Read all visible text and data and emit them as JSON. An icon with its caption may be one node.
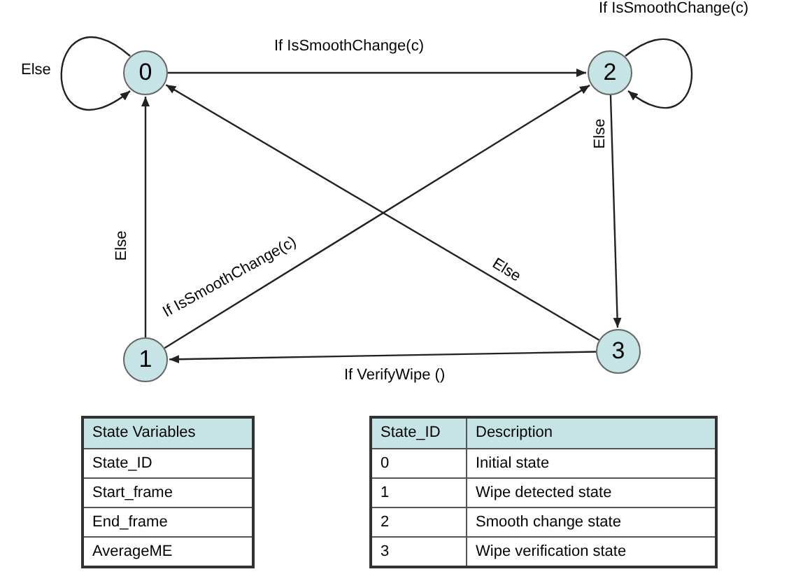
{
  "diagram": {
    "nodes": [
      {
        "text": [
          "0"
        ]
      },
      {
        "text": [
          "2"
        ]
      },
      {
        "text": [
          "1"
        ]
      },
      {
        "text": [
          "3"
        ]
      }
    ],
    "edges": [
      {
        "from": 0,
        "to": 0,
        "arrow": "to",
        "label": "Else"
      },
      {
        "from": 0,
        "to": 1,
        "arrow": "to",
        "label": "If IsSmoothChange(c)"
      },
      {
        "from": 1,
        "to": 1,
        "arrow": "to",
        "label": "If IsSmoothChange(c)"
      },
      {
        "from": 1,
        "to": 3,
        "arrow": "to",
        "label": "Else"
      },
      {
        "from": 2,
        "to": 0,
        "arrow": "to",
        "label": "Else"
      },
      {
        "from": 2,
        "to": 1,
        "arrow": "to",
        "label": "If IsSmoothChange(c)"
      },
      {
        "from": 3,
        "to": 0,
        "arrow": "to",
        "label": "Else"
      },
      {
        "from": 3,
        "to": 2,
        "arrow": "to",
        "label": "If VerifyWipe ()"
      }
    ],
    "labels": [
      "State Variables",
      "State_ID",
      "Start_frame",
      "End_frame",
      "AverageME",
      "State_ID",
      "Description",
      "0",
      "Initial state",
      "1",
      "Wipe detected state",
      "2",
      "Smooth change state",
      "3",
      "Wipe verification state"
    ]
  }
}
